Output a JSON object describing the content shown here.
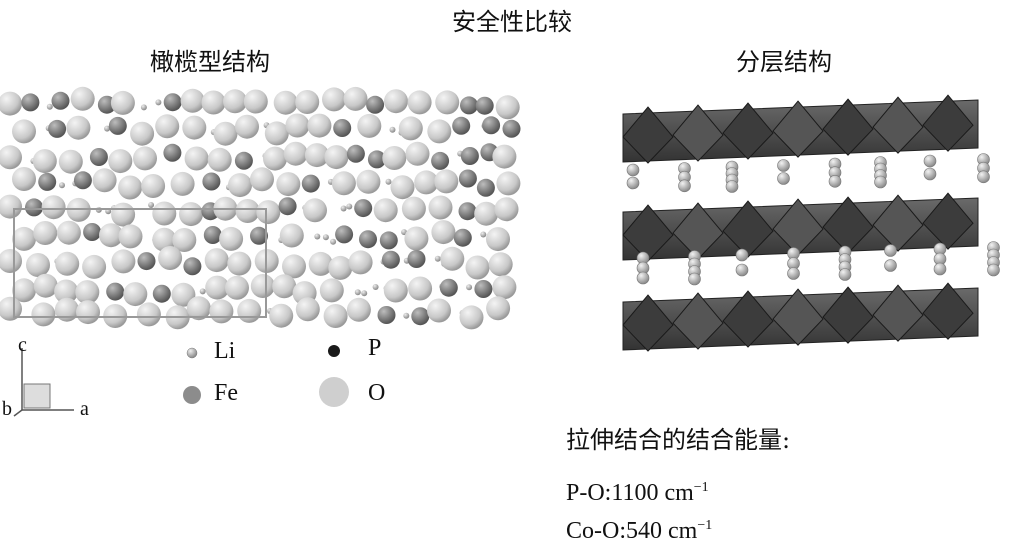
{
  "title": "安全性比较",
  "olivine": {
    "label": "橄榄型结构",
    "legend": [
      {
        "symbol": "Li",
        "icon": "small-grey-sphere"
      },
      {
        "symbol": "P",
        "icon": "black-sphere"
      },
      {
        "symbol": "Fe",
        "icon": "grey-sphere"
      },
      {
        "symbol": "O",
        "icon": "large-light-sphere"
      }
    ],
    "axes": {
      "c": "c",
      "b": "b",
      "a": "a"
    }
  },
  "layered": {
    "label": "分层结构"
  },
  "energy": {
    "title": "拉伸结合的结合能量:",
    "items": [
      {
        "bond": "P-O:1100 cm",
        "exp": "−1"
      },
      {
        "bond": "Co-O:540 cm",
        "exp": "−1"
      }
    ]
  },
  "colors": {
    "li": "#9a9a9a",
    "fe": "#8c8c8c",
    "p": "#1a1a1a",
    "o": "#d0d0d0",
    "octahedron": "#4a4a4a"
  }
}
